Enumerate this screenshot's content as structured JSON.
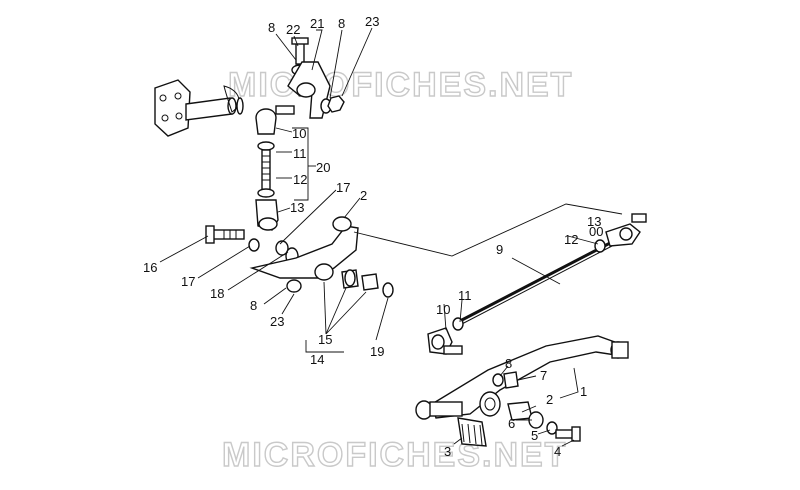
{
  "watermark": {
    "top": "MICROFICHES.NET",
    "bottom": "MICROFICHES.NET"
  },
  "labels": {
    "l8a": "8",
    "l22": "22",
    "l21": "21",
    "l8b": "8",
    "l23a": "23",
    "l10a": "10",
    "l11a": "11",
    "l20": "20",
    "l12a": "12",
    "l13a": "13",
    "l17a": "17",
    "l2a": "2",
    "l16": "16",
    "l17b": "17",
    "l18": "18",
    "l8c": "8",
    "l23b": "23",
    "l15": "15",
    "l14": "14",
    "l19": "19",
    "l9": "9",
    "l13b": "13",
    "l00": "00",
    "l12b": "12",
    "l11b": "11",
    "l10b": "10",
    "l8d": "8",
    "l7": "7",
    "l1": "1",
    "l2b": "2",
    "l3": "3",
    "l6": "6",
    "l5": "5",
    "l4": "4"
  }
}
